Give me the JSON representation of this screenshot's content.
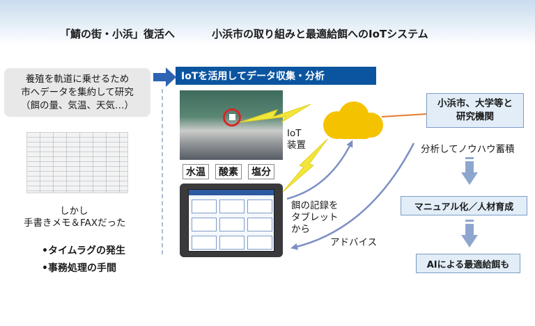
{
  "header": {
    "title_left": "「鯖の街・小浜」復活へ",
    "title_right": "小浜市の取り組みと最適給餌へのIoTシステム"
  },
  "left_panel": {
    "box_lines": [
      "養殖を軌道に乗せるため",
      "市へデータを集約して研究",
      "（餌の量、気温、天気…）"
    ],
    "caption_line1": "しかし",
    "caption_line2": "手書きメモ＆FAXだった",
    "bullets": [
      "•タイムラグの発生",
      "•事務処理の手間"
    ]
  },
  "center_panel": {
    "banner": "IoTを活用してデータ収集・分析",
    "sensor_labels": [
      "水温",
      "酸素",
      "塩分"
    ],
    "iot_device_label": [
      "IoT",
      "装置"
    ],
    "record_label": [
      "餌の記録を",
      "タブレット",
      "から"
    ],
    "advice_label": "アドバイス"
  },
  "right_panel": {
    "research_lines": [
      "小浜市、大学等と",
      "研究機関"
    ],
    "analysis_label": "分析してノウハウ蓄積",
    "manual_box": "マニュアル化／人材育成",
    "ai_box": "AIによる最適給餌も"
  },
  "colors": {
    "banner_bg": "#0b55a0",
    "arrow_blue": "#2e63b4",
    "cloud_yellow": "#f5c200",
    "lightning": "#f2e63a",
    "connector_orange": "#e77a2e",
    "box_fill": "#e2edf8",
    "box_border": "#7a9cc5",
    "gray_box": "#e8e8e8"
  },
  "icons": {
    "cloud": "cloud-icon",
    "lightning": "lightning-bolt-icon",
    "down_arrow": "arrow-down-icon",
    "right_arrow": "arrow-right-icon"
  }
}
